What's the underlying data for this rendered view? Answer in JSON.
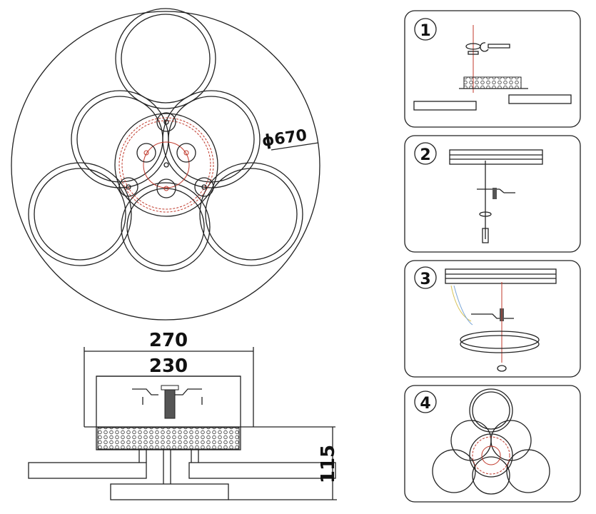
{
  "plan_view": {
    "diameter_label": "ϕ670"
  },
  "side_view": {
    "outer_width_label": "270",
    "inner_width_label": "230",
    "height_label": "115"
  },
  "steps": [
    {
      "number": "1"
    },
    {
      "number": "2"
    },
    {
      "number": "3"
    },
    {
      "number": "4"
    }
  ],
  "colors": {
    "line": "#222222",
    "wire": "#c0392b"
  }
}
